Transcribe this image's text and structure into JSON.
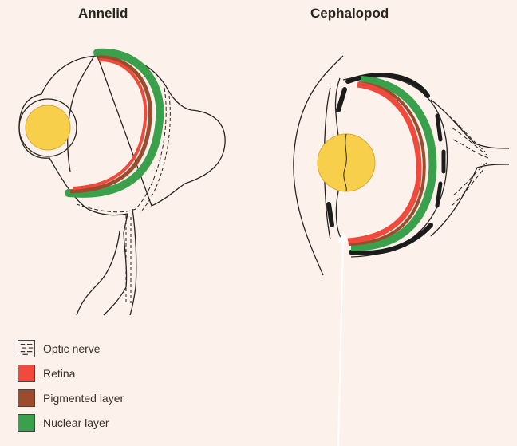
{
  "titles": {
    "annelid": "Annelid",
    "cephalopod": "Cephalopod"
  },
  "legend": [
    {
      "label": "Optic nerve",
      "color": "#fdf1ec",
      "pattern": "dashes"
    },
    {
      "label": "Retina",
      "color": "#ef4a3c"
    },
    {
      "label": "Pigmented layer",
      "color": "#9a4c2c"
    },
    {
      "label": "Nuclear layer",
      "color": "#3aa04c"
    }
  ],
  "colors": {
    "lens": "#f7cf4a",
    "retina": "#ef4a3c",
    "pigment": "#9a4c2c",
    "nuclear": "#3aa04c",
    "choroid": "#1c1c1c",
    "outline": "#2a2420",
    "background": "#fdf1ec"
  }
}
